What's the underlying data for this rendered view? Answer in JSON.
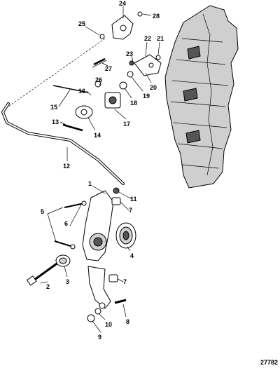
{
  "figure_number": "27782",
  "callouts": [
    "1",
    "2",
    "3",
    "4",
    "5",
    "6",
    "7",
    "7",
    "8",
    "9",
    "10",
    "11",
    "12",
    "13",
    "14",
    "15",
    "16",
    "17",
    "18",
    "19",
    "20",
    "21",
    "22",
    "23",
    "24",
    "25",
    "26",
    "27",
    "28"
  ]
}
